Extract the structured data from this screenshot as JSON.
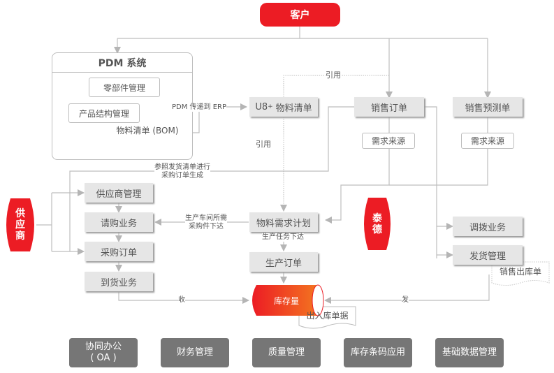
{
  "customer": "客户",
  "supplier": [
    "供",
    "应",
    "商"
  ],
  "company": [
    "泰",
    "德"
  ],
  "pdm": {
    "title": "PDM 系统",
    "parts": "零部件管理",
    "structure": "产品结构管理",
    "bom": "物料清单 (BOM)"
  },
  "labels": {
    "pdm_to_erp": "PDM 传递到 ERP",
    "ref_top": "引用",
    "ref_mid": "引用",
    "ref_ship_1": "参照发货清单进行",
    "ref_ship_2": "采购订单生成",
    "workshop_1": "生产车间所需",
    "workshop_2": "采购件下达",
    "task": "生产任务下达",
    "receive": "收",
    "ship": "发"
  },
  "nodes": {
    "u8_bom_prefix": "U8",
    "u8_bom_sup": "+",
    "u8_bom_suffix": "物料清单",
    "sales_order": "销售订单",
    "sales_forecast": "销售预测单",
    "demand_src_1": "需求来源",
    "demand_src_2": "需求来源",
    "supplier_mgmt": "供应商管理",
    "requisition": "请购业务",
    "purchase_order": "采购订单",
    "arrival": "到货业务",
    "mrp": "物料需求计划",
    "production_order": "生产订单",
    "inventory": "库存量",
    "io_docs": "出入库单据",
    "transfer": "调拨业务",
    "shipping": "发货管理",
    "sales_outbound": "销售出库单"
  },
  "modules": [
    {
      "line1": "协同办公",
      "line2": "( OA )"
    },
    {
      "line1": "财务管理"
    },
    {
      "line1": "质量管理"
    },
    {
      "line1": "库存条码应用"
    },
    {
      "line1": "基础数据管理"
    }
  ],
  "colors": {
    "accent": "#ec1c24",
    "gradient_end": "#f47c20",
    "module_bg": "#767676",
    "node_bg": "#e6e6e6"
  }
}
